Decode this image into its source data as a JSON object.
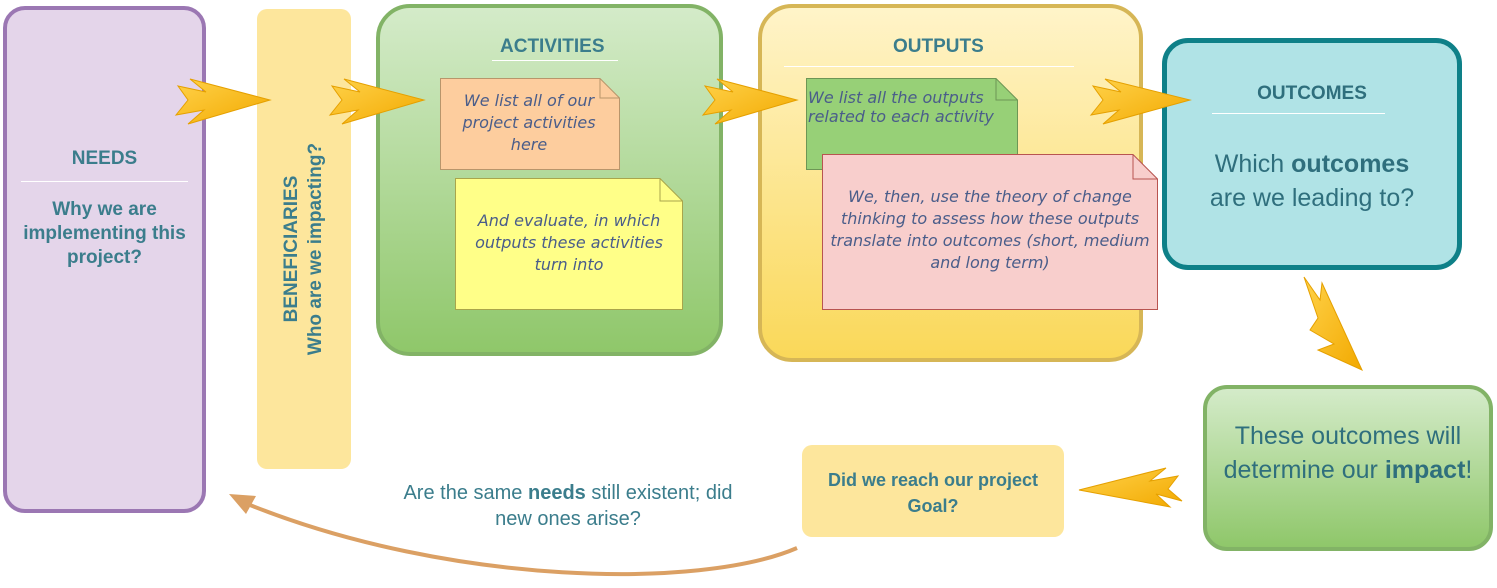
{
  "needs": {
    "title": "NEEDS",
    "body": "Why we are implementing this project?"
  },
  "beneficiaries": {
    "title": "BENEFICIARIES",
    "subtitle": "Who are we impacting?"
  },
  "activities": {
    "title": "ACTIVITIES",
    "note1": "We list all of our project activities here",
    "note2": "And evaluate, in which outputs these activities turn into"
  },
  "outputs": {
    "title": "OUTPUTS",
    "note1": "We list all the outputs related to each activity",
    "note2": "We, then, use the theory of change thinking to assess how these outputs translate into outcomes (short, medium and long term)"
  },
  "outcomes": {
    "title": "OUTCOMES",
    "body_pre": "Which ",
    "body_bold": "outcomes",
    "body_post": " are we leading to?"
  },
  "impact": {
    "body_pre": "These outcomes will determine our ",
    "body_bold": "impact",
    "body_post": "!"
  },
  "goal": {
    "body": "Did we reach our project Goal?"
  },
  "feedback": {
    "pre": "Are the same ",
    "bold": "needs",
    "post": " still existent; did new ones arise?"
  },
  "colors": {
    "needs_fill": "#e4d5ea",
    "needs_stroke": "#9b77b3",
    "green_stroke": "#82b366",
    "yellow_stroke": "#d6b656",
    "teal_stroke": "#0e8088",
    "arrow": "#f5b800",
    "curve": "#dba064",
    "text": "#3b7d8c"
  }
}
